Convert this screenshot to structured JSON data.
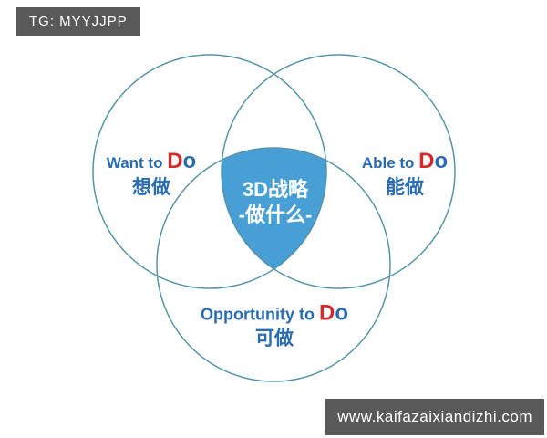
{
  "header": {
    "badge": "TG: MYYJJPP"
  },
  "footer": {
    "badge": "www.kaifazaixiandizhi.com"
  },
  "diagram": {
    "title_hint": "3-circle Venn diagram of 3D strategy",
    "circles": [
      {
        "id": "want",
        "en_pre": "Want to ",
        "d": "D",
        "o": "o",
        "zh": "想做"
      },
      {
        "id": "able",
        "en_pre": "Able to ",
        "d": "D",
        "o": "o",
        "zh": "能做"
      },
      {
        "id": "opportunity",
        "en_pre": "Opportunity to ",
        "d": "D",
        "o": "o",
        "zh": "可做"
      }
    ],
    "center": {
      "line1": "3D战略",
      "line2": "-做什么-"
    },
    "colors": {
      "circle_stroke": "#5594a9",
      "center_fill": "#479fd5",
      "label_blue": "#2a6cb3",
      "label_red": "#d32a2d",
      "badge_bg": "#595959",
      "badge_text": "#ffffff"
    }
  }
}
